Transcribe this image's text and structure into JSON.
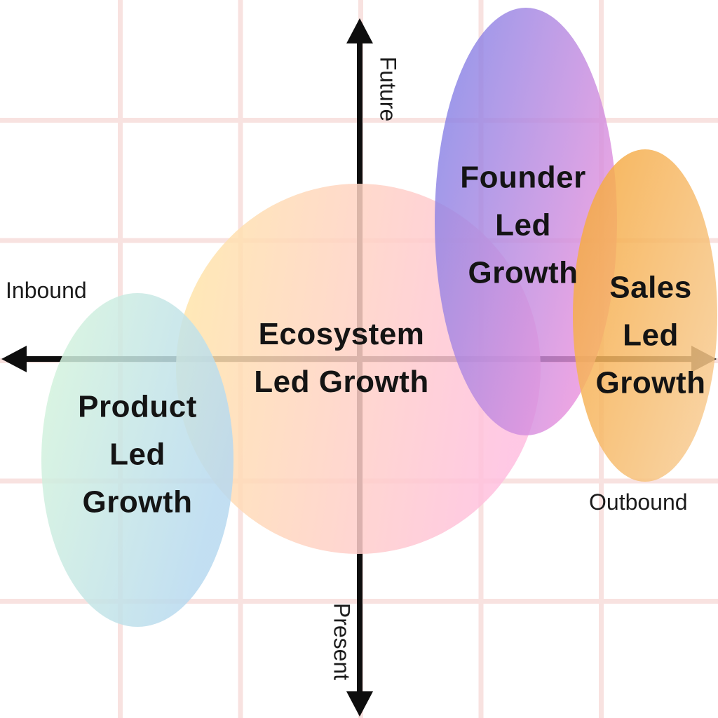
{
  "diagram": {
    "axes": {
      "top_label": "Future",
      "bottom_label": "Present",
      "left_label": "Inbound",
      "right_label": "Outbound"
    },
    "bubbles": {
      "product": {
        "line1": "Product",
        "line2": "Led",
        "line3": "Growth"
      },
      "ecosystem": {
        "line1": "Ecosystem",
        "line2": "Led Growth"
      },
      "founder": {
        "line1": "Founder",
        "line2": "Led",
        "line3": "Growth"
      },
      "sales": {
        "line1": "Sales",
        "line2": "Led",
        "line3": "Growth"
      }
    },
    "colors": {
      "grid": "#f8e2e0",
      "axis": "#0e0e0e",
      "label_text": "#141414",
      "product": [
        "#d7f6da",
        "#b7d9f0"
      ],
      "ecosystem": [
        "#ffe7a6",
        "#ffbfe0"
      ],
      "founder": [
        "#7c80e6",
        "#f093dc"
      ],
      "sales": [
        "#f5a83e",
        "#f8cd96"
      ]
    }
  }
}
